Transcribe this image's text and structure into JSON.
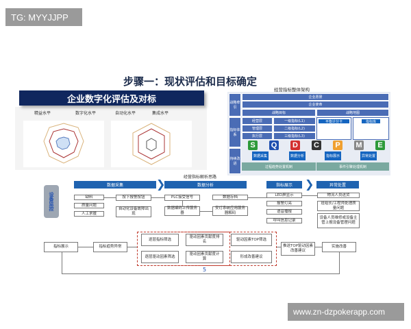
{
  "watermark_top": "TG: MYYJJPP",
  "watermark_bottom": "www.zn-dzpokerapp.com",
  "title": "步骤一：现状评估和目标确定",
  "left": {
    "header": "企业数字化评估及对标",
    "labels": [
      "精益水平",
      "数字化水平",
      "自动化水平",
      "集成水平"
    ]
  },
  "right": {
    "title": "经营指标整体架构",
    "side": [
      "战略牵引",
      "指标体系",
      "持续改进"
    ],
    "vision": "企业愿景",
    "mission": "企业使命",
    "goal": "战略目标",
    "map": "战略地图",
    "levels": [
      [
        "经营层",
        "一级指标(L1)"
      ],
      [
        "管理层",
        "二级指标(L2)"
      ],
      [
        "执行层",
        "三级指标(L3)"
      ]
    ],
    "map_boxes": [
      "平衡计分卡",
      "指标库"
    ],
    "letters": [
      {
        "t": "S",
        "c": "#2e9a3a"
      },
      {
        "t": "Q",
        "c": "#1f4fb0"
      },
      {
        "t": "D",
        "c": "#d32f2f"
      },
      {
        "t": "C",
        "c": "#333333"
      },
      {
        "t": "P",
        "c": "#f0a030"
      },
      {
        "t": "M",
        "c": "#888888"
      },
      {
        "t": "E",
        "c": "#2e9a3a"
      }
    ],
    "steps": [
      "数据采集",
      "数据分析",
      "指标展示",
      "异常处置"
    ],
    "mechs": [
      "过程趋势处置机制",
      "事件引擎处理机制"
    ]
  },
  "middle": {
    "title": "经营指标解析思路",
    "device": "设备监控",
    "bars": [
      "数据采集",
      "数据分析",
      "指标展示",
      "异常处置"
    ],
    "inputs": [
      "缺料",
      "质量问题",
      "人工求援"
    ],
    "alarm": "按下报警按钮",
    "auto": "自动化设备故障出现",
    "plc": "PLC接受信号",
    "upload": "数据编码上传服务器",
    "store": "数据存档",
    "decode": "安灯系统应用服务器解码",
    "show": [
      "LED屏显示",
      "报警灯亮",
      "语音播报",
      "呼叫信息记录"
    ],
    "handle": [
      "物流人员送货",
      "班组长/工程师处理质量问题",
      "设备人员维修或设备主管上报设备管理问题"
    ]
  },
  "bottom": {
    "show": "指标展示",
    "trend": "指标趋势异常",
    "grid": [
      "逐层指标筛选",
      "驱动因素贡献度排名",
      "驱动因素TOP筛选",
      "逐层驱动因素筛选",
      "驱动因素贡献度计算",
      "形成改善建议"
    ],
    "push": "推送TOP驱动因素改善建议",
    "act": "实施改善",
    "loop": "5"
  }
}
